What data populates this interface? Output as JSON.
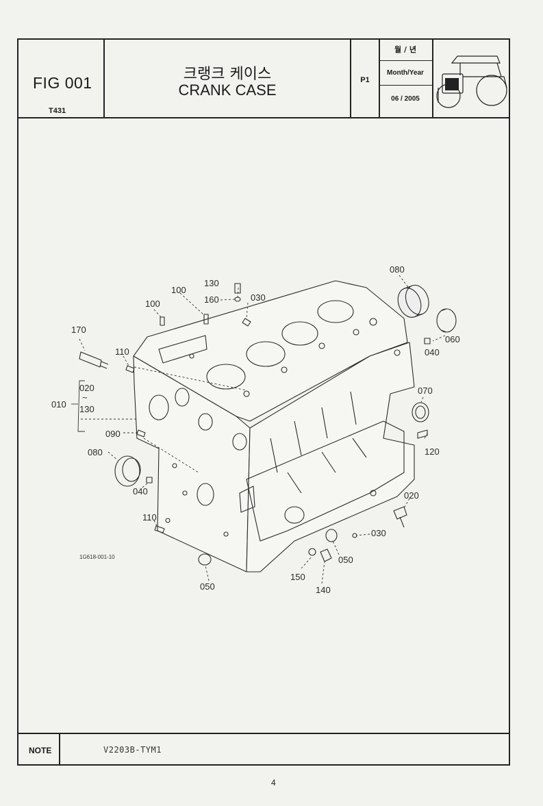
{
  "header": {
    "fig_label": "FIG 001",
    "model": "T431",
    "title_korean": "크랭크 케이스",
    "title_english": "CRANK CASE",
    "page_code": "P1",
    "month_year_korean": "월 / 년",
    "month_year_label": "Month/Year",
    "date": "06 / 2005",
    "tractor_icon": "tractor-icon"
  },
  "diagram": {
    "drawing_code": "1G618-001-10",
    "part_labels": {
      "p080_top": "080",
      "p130_top": "130",
      "p100_a": "100",
      "p160": "160",
      "p030_top": "030",
      "p100_b": "100",
      "p170": "170",
      "p110_top": "110",
      "p060": "060",
      "p040_right": "040",
      "p020_range": "020",
      "p010": "010",
      "p130_range": "130",
      "p070": "070",
      "p090": "090",
      "p080_left": "080",
      "p120": "120",
      "p040_left": "040",
      "p020_right": "020",
      "p110_bottom": "110",
      "p030_bottom": "030",
      "p050_right": "050",
      "p150": "150",
      "p140": "140",
      "p050_bottom": "050"
    }
  },
  "footer": {
    "note_label": "NOTE",
    "note_value": "V2203B-TYM1",
    "page_number": "4"
  }
}
